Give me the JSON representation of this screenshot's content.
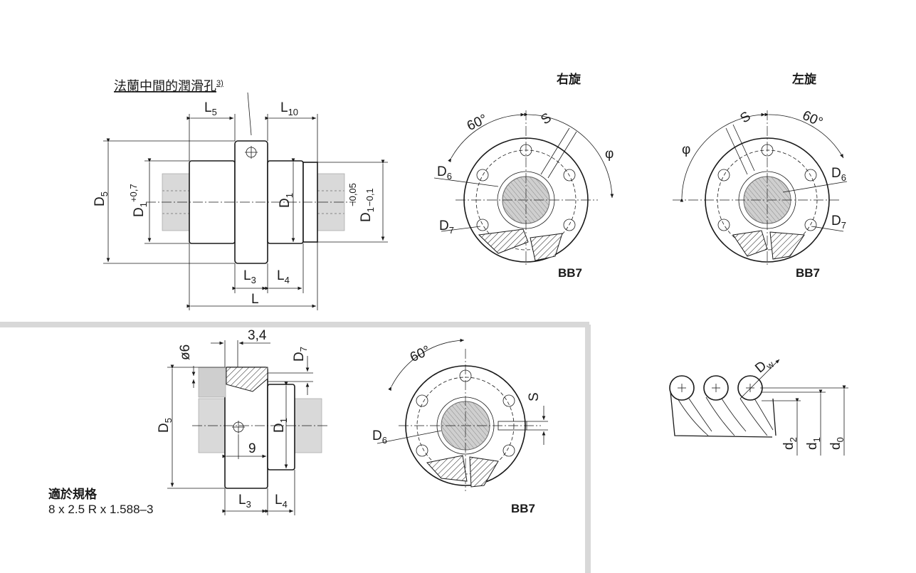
{
  "captions": {
    "right_hand": "右旋",
    "left_hand": "左旋",
    "lube_hole": "法蘭中間的潤滑孔",
    "lube_note": "3)",
    "bb7_right": "BB7",
    "bb7_left": "BB7",
    "bb7_bottom": "BB7",
    "suitable_for": "適於規格",
    "spec": "8 x 2.5 R x 1.588–3"
  },
  "dims": {
    "D5": "D",
    "D5_sub": "5",
    "D1_tol_main": "D",
    "D1_tol_sub": "1",
    "D1_tol_sup": "+0,7",
    "D1": "D",
    "D1_sub": "1",
    "D1b": "D",
    "D1b_sub": "1",
    "D1b_tol_upper": "−0,05",
    "D1b_tol_lower": "−0,1",
    "L5": "L",
    "L5_sub": "5",
    "L10": "L",
    "L10_sub": "10",
    "L3": "L",
    "L3_sub": "3",
    "L4": "L",
    "L4_sub": "4",
    "L": "L",
    "angle60": "60°",
    "S": "S",
    "phi": "φ",
    "D6": "D",
    "D6_sub": "6",
    "D7": "D",
    "D7_sub": "7",
    "phi6": "ø6",
    "d34": "3,4",
    "d9": "9",
    "Dw": "D",
    "Dw_sub": "w",
    "d0": "d",
    "d0_sub": "0",
    "d1": "d",
    "d1_sub": "1",
    "d2": "d",
    "d2_sub": "2"
  },
  "colors": {
    "line": "#1a1a1a",
    "shaft": "#d9d9d9",
    "panel_border": "#d8d8d8"
  }
}
